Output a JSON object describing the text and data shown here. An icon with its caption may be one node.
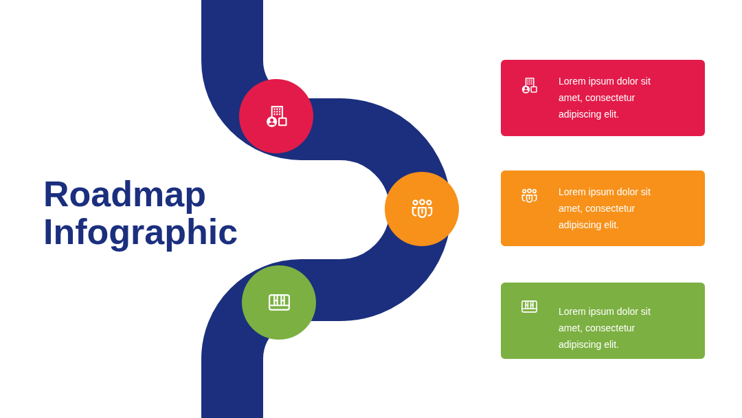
{
  "diagram": {
    "title": "Roadmap Infographic",
    "nodes": [
      {
        "text": [],
        "shape": "circle"
      },
      {
        "text": [],
        "shape": "circle"
      },
      {
        "text": [],
        "shape": "circle"
      },
      {
        "text": [
          "Lorem ipsum dolor sit amet, consectetur adipiscing elit."
        ]
      },
      {
        "text": [
          "Lorem ipsum dolor sit amet, consectetur adipiscing elit."
        ]
      },
      {
        "text": [
          "Lorem ipsum dolor sit amet, consectetur adipiscing elit."
        ]
      }
    ]
  }
}
